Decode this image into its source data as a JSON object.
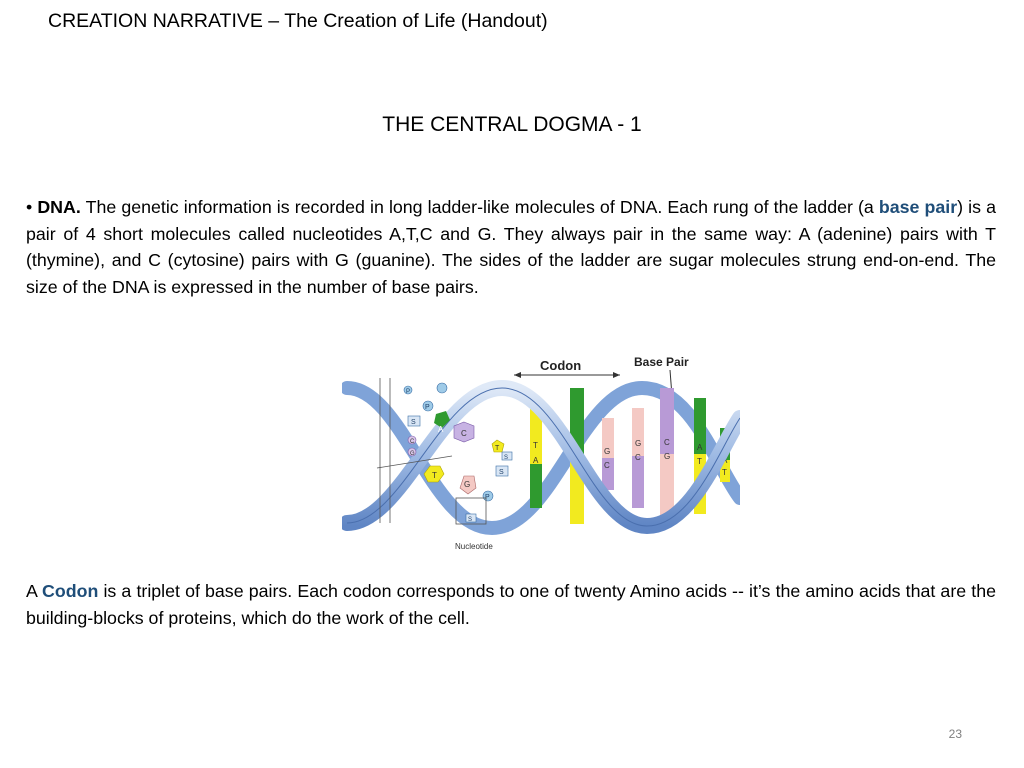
{
  "header": {
    "text": "CREATION NARRATIVE – The Creation of Life (Handout)"
  },
  "slide": {
    "title": "THE CENTRAL DOGMA - 1",
    "page_number": "23"
  },
  "paragraph1": {
    "bullet": "•",
    "lead": "DNA.",
    "part1": " The genetic information is recorded in long ladder-like molecules of DNA. Each rung of the ladder (a ",
    "term": "base pair",
    "part2": ") is a pair of 4 short molecules called nucleotides A,T,C and G. They always pair in the same way: A (adenine) pairs with T (thymine), and C (cytosine) pairs with G (guanine). The sides of the ladder are sugar molecules strung end-on-end. The size of the DNA is expressed in the number of base pairs."
  },
  "paragraph2": {
    "lead": "A ",
    "term": "Codon",
    "rest": " is a triplet of base pairs. Each codon corresponds to one of twenty Amino acids -- it’s the amino acids that are the building-blocks of proteins, which do the work of the cell."
  },
  "figure": {
    "codon_label": "Codon",
    "base_pair_label": "Base Pair",
    "nucleotide_label": "Nucleotide",
    "rungs": [
      {
        "top": "T",
        "bottom": "A",
        "top_color": "#f2ea1f",
        "bottom_color": "#2f9a2f"
      },
      {
        "top": "A",
        "bottom": "T",
        "top_color": "#2f9a2f",
        "bottom_color": "#f2ea1f"
      },
      {
        "top": "G",
        "bottom": "C",
        "top_color": "#f4c9c4",
        "bottom_color": "#b89ad6"
      },
      {
        "top": "G",
        "bottom": "C",
        "top_color": "#f4c9c4",
        "bottom_color": "#b89ad6"
      },
      {
        "top": "C",
        "bottom": "G",
        "top_color": "#b89ad6",
        "bottom_color": "#f4c9c4"
      },
      {
        "top": "A",
        "bottom": "T",
        "top_color": "#2f9a2f",
        "bottom_color": "#f2ea1f"
      },
      {
        "top": "A",
        "bottom": "T",
        "top_color": "#2f9a2f",
        "bottom_color": "#f2ea1f"
      }
    ],
    "nucleotide_letters": [
      "A",
      "C",
      "T",
      "T",
      "G",
      "C",
      "G",
      "S",
      "S",
      "S",
      "S",
      "P",
      "P",
      "P"
    ]
  }
}
